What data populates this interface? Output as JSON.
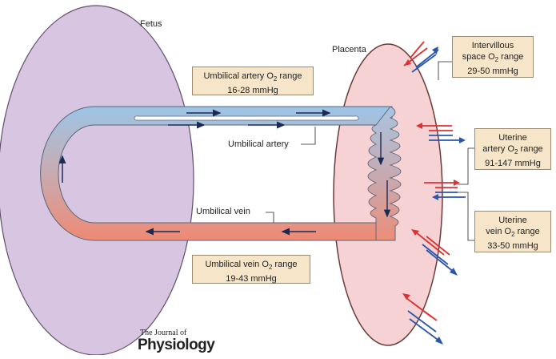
{
  "labels": {
    "fetus": "Fetus",
    "placenta": "Placenta",
    "umbilical_artery": "Umbilical artery",
    "umbilical_vein": "Umbilical vein"
  },
  "boxes": {
    "umbilical_artery": {
      "line1": "Umbilical artery O",
      "sub": "2",
      "line1_end": " range",
      "line2": "16-28 mmHg"
    },
    "umbilical_vein": {
      "line1": "Umbilical vein O",
      "sub": "2",
      "line1_end": " range",
      "line2": "19-43 mmHg"
    },
    "intervillous": {
      "line1": "Intervillous",
      "line2": "space O",
      "sub": "2",
      "line2_end": " range",
      "line3": "29-50 mmHg"
    },
    "uterine_artery": {
      "line1": "Uterine",
      "line2": "artery O",
      "sub": "2",
      "line2_end": " range",
      "line3": "91-147 mmHg"
    },
    "uterine_vein": {
      "line1": "Uterine",
      "line2": "vein O",
      "sub": "2",
      "line2_end": " range",
      "line3": "33-50 mmHg"
    }
  },
  "logo": {
    "line1": "The Journal of",
    "line2": "Physiology"
  },
  "colors": {
    "fetus": "#d8c6e3",
    "placenta": "#f6d3d6",
    "artery_blue": "#9fc3e4",
    "vein_red": "#ec8c78",
    "arrow_red": "#e03030",
    "arrow_blue": "#2a55a8",
    "box_fill": "#f6e5c9"
  }
}
